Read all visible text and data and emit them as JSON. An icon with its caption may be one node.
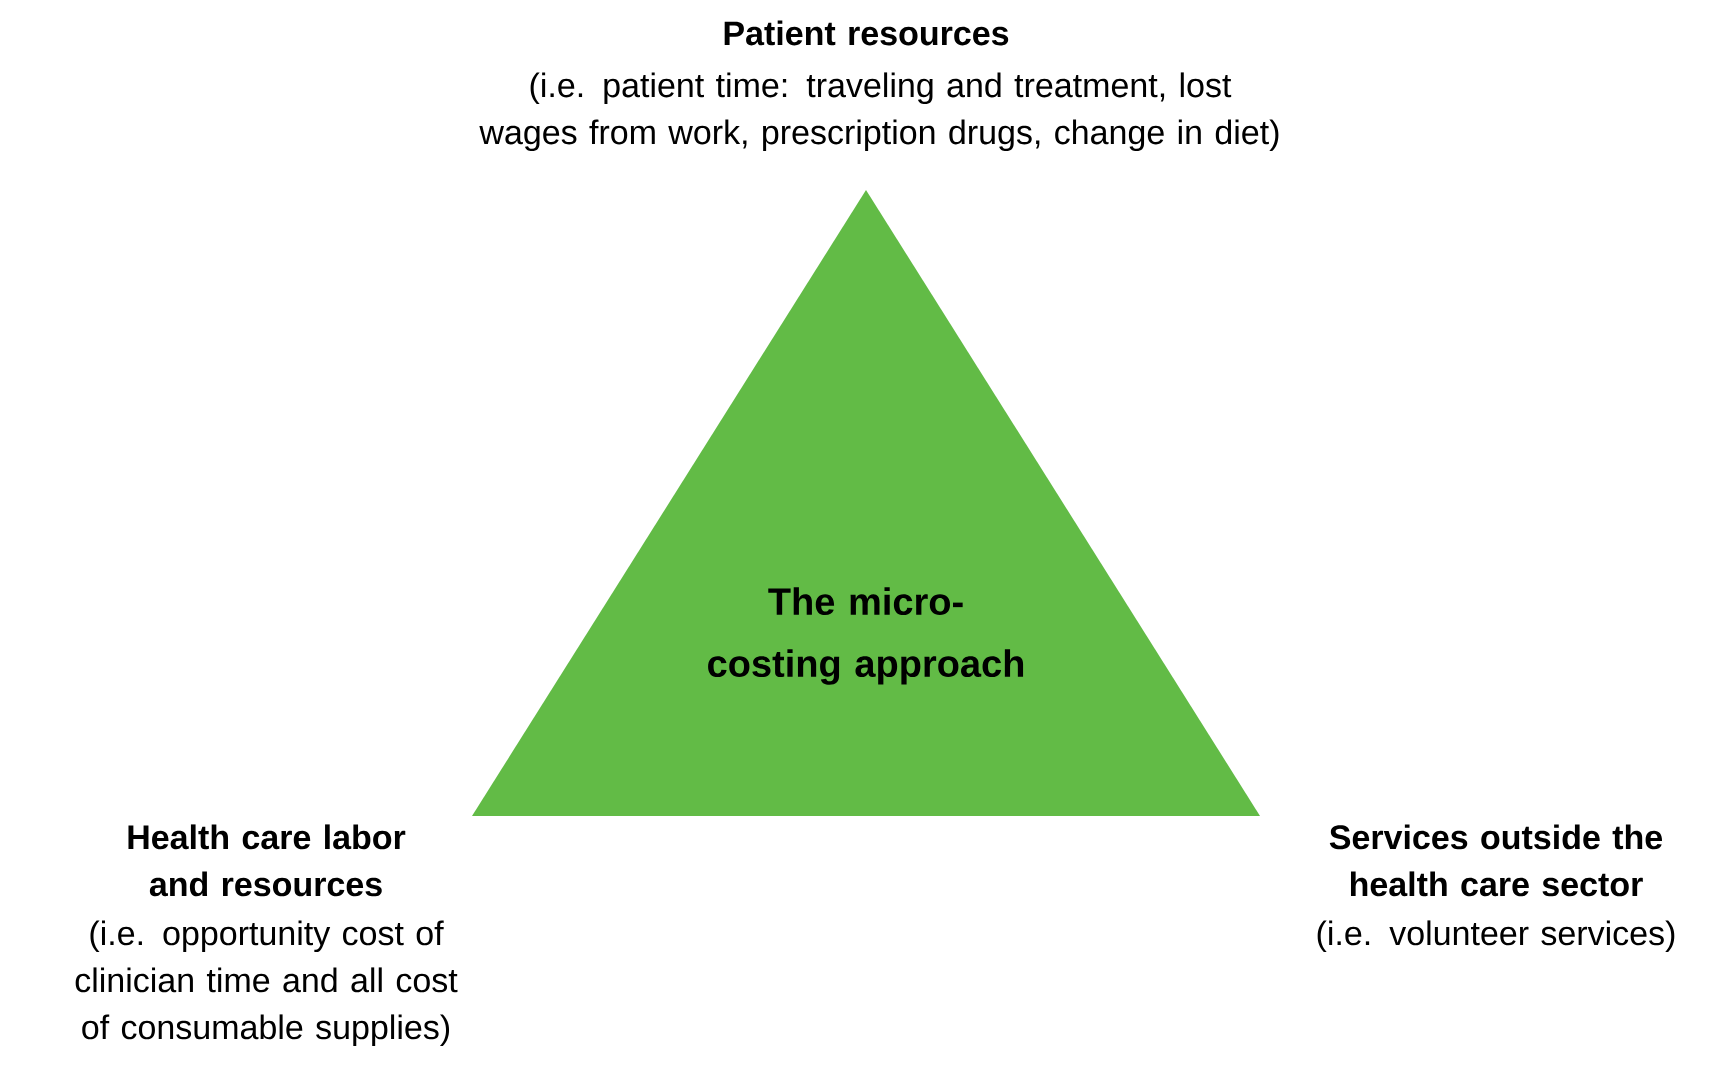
{
  "diagram": {
    "nodes": [
      {
        "text": [
          "The micro-costing approach"
        ]
      }
    ],
    "labels": [
      "Patient resources",
      "(i.e. patient time: traveling and treatment, lost wages from work, prescription drugs, change in diet)",
      "Health care labor and resources",
      "(i.e. opportunity cost of clinician time and all cost of consumable supplies)",
      "Services outside the health care sector",
      "(i.e. volunteer services)"
    ]
  }
}
